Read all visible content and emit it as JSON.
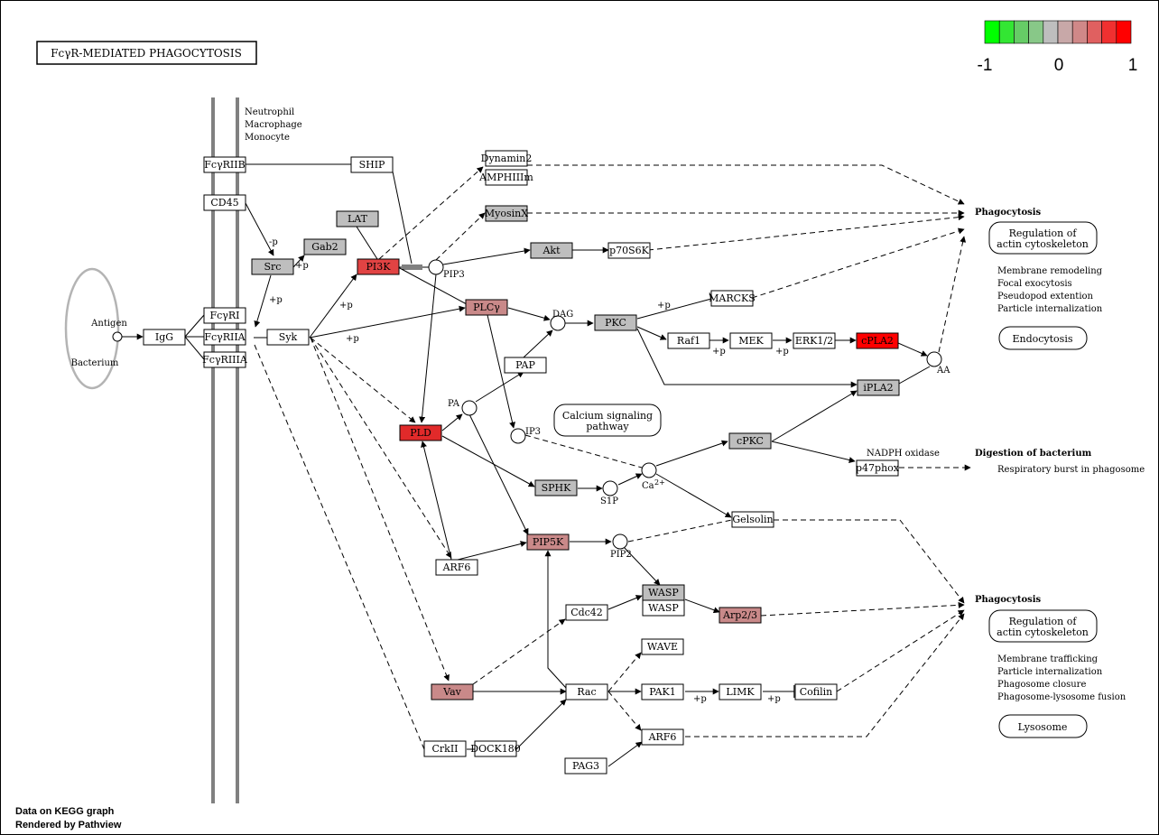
{
  "title": "FcγR-MEDIATED PHAGOCYTOSIS",
  "legend": {
    "min_label": "-1",
    "mid_label": "0",
    "max_label": "1",
    "colors": [
      "#00ff00",
      "#33e633",
      "#66cc66",
      "#88c888",
      "#bebebe",
      "#c8a8a8",
      "#d08888",
      "#e06060",
      "#f03030",
      "#ff0000"
    ]
  },
  "cell_types": [
    "Neutrophil",
    "Macrophage",
    "Monocyte"
  ],
  "antigen": {
    "label1": "Antigen",
    "label2": "Bacterium"
  },
  "nodes": {
    "igg": "IgG",
    "fcyri": "FcγRI",
    "fcyriia": "FcγRIIA",
    "fcyriiia": "FcγRIIIA",
    "fcyriib": "FcγRIIB",
    "cd45": "CD45",
    "ship": "SHIP",
    "src": "Src",
    "gab2": "Gab2",
    "lat": "LAT",
    "syk": "Syk",
    "pi3k": "PI3K",
    "dynamin2": "Dynamin2",
    "amphiiim": "AMPHIIIm",
    "myosinx": "MyosinX",
    "akt": "Akt",
    "p70s6k": "p70S6K",
    "plcg": "PLCγ",
    "pkc": "PKC",
    "marcks": "MARCKS",
    "raf1": "Raf1",
    "mek": "MEK",
    "erk12": "ERK1/2",
    "cpla2": "cPLA2",
    "ipla2": "iPLA2",
    "pap": "PAP",
    "pld": "PLD",
    "sphk": "SPHK",
    "cpkc": "cPKC",
    "p47phox": "p47phox",
    "gelsolin": "Gelsolin",
    "pip5k": "PIP5K",
    "arf6a": "ARF6",
    "wasp1": "WASP",
    "wasp2": "WASP",
    "arp23": "Arp2/3",
    "cdc42": "Cdc42",
    "wave": "WAVE",
    "vav": "Vav",
    "rac": "Rac",
    "pak1": "PAK1",
    "limk": "LIMK",
    "cofilin": "Cofilin",
    "arf6b": "ARF6",
    "crkii": "CrkII",
    "dock180": "DOCK180",
    "pag3": "PAG3"
  },
  "compounds": {
    "pip3": "PIP3",
    "dag": "DAG",
    "pa": "PA",
    "ip3": "IP3",
    "s1p": "S1P",
    "ca": "Ca",
    "ca_sup": "2+",
    "pip2": "PIP2",
    "aa": "AA"
  },
  "phospho": "+p",
  "dephospho": "-p",
  "maps": {
    "calcium": [
      "Calcium signaling",
      "pathway"
    ],
    "reg_actin_top": [
      "Regulation of",
      "actin cytoskeleton"
    ],
    "endocytosis": "Endocytosis",
    "reg_actin_bottom": [
      "Regulation of",
      "actin cytoskeleton"
    ],
    "lysosome": "Lysosome"
  },
  "outcomes": {
    "phago_top": "Phagocytosis",
    "phago_top_items": [
      "Membrane remodeling",
      "Focal exocytosis",
      "Pseudopod extention",
      "Particle internalization"
    ],
    "digestion": "Digestion of bacterium",
    "digestion_items": [
      "Respiratory burst in phagosome"
    ],
    "nadph": "NADPH oxidase",
    "phago_bottom": "Phagocytosis",
    "phago_bottom_items": [
      "Membrane trafficking",
      "Particle internalization",
      "Phagosome closure",
      "Phagosome-lysosome fusion"
    ]
  },
  "footer": [
    "Data on KEGG graph",
    "Rendered by Pathview"
  ],
  "colors": {
    "white": "#ffffff",
    "gray": "#bebebe",
    "red_light": "#c98989",
    "red_mid": "#e14343",
    "red_full": "#ff0000"
  }
}
